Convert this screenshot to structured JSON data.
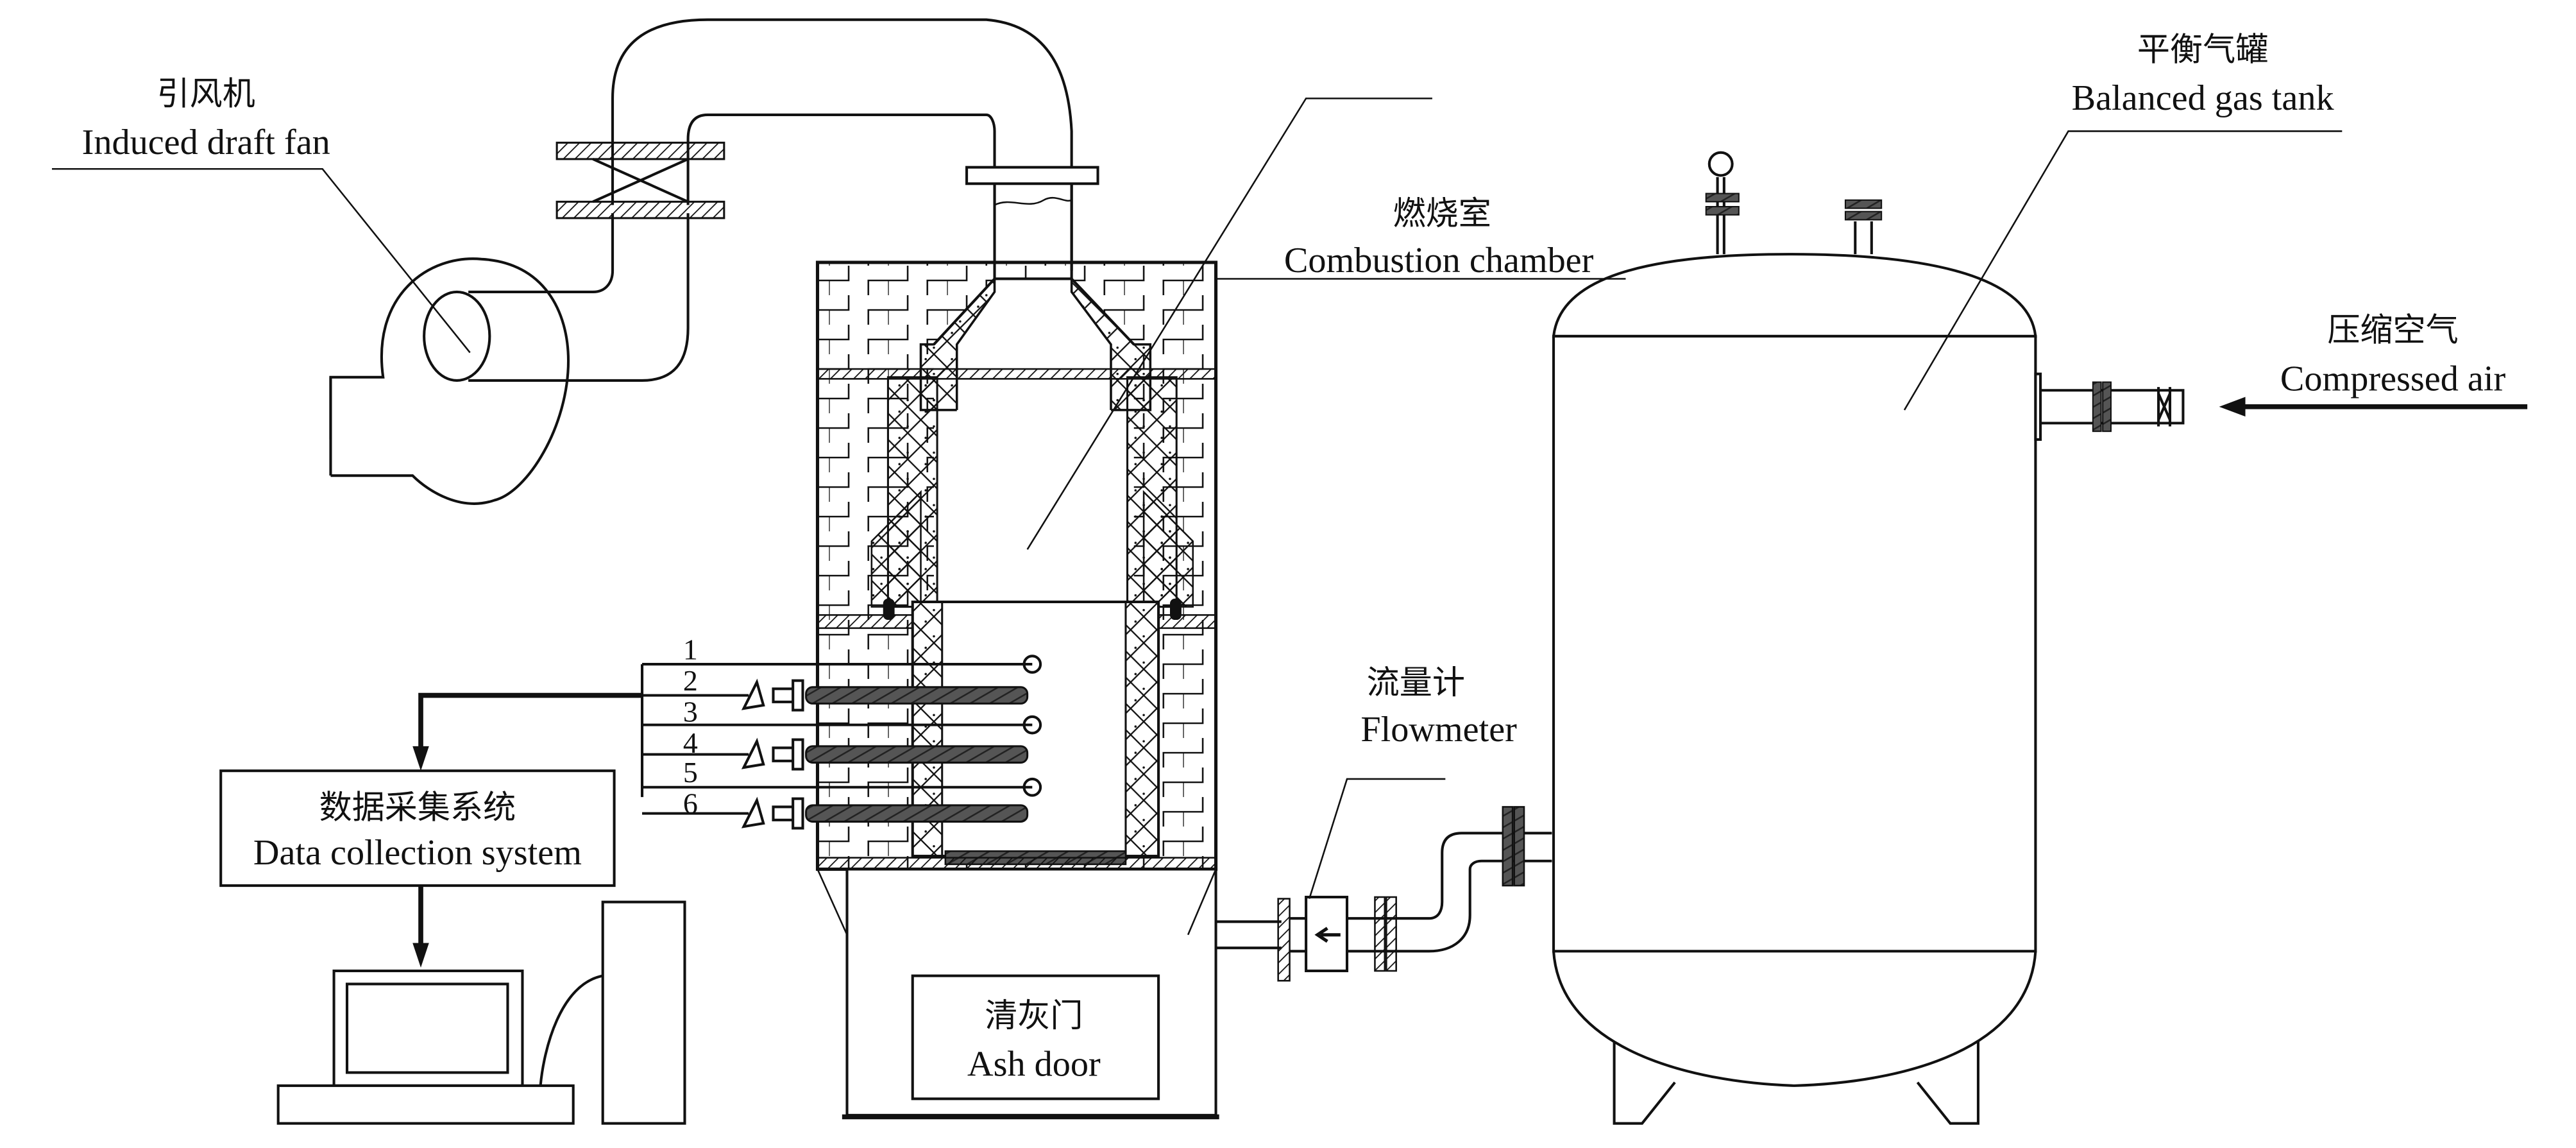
{
  "figure": {
    "title": "Combustion test apparatus schematic",
    "labels": {
      "fan": {
        "cn": "引风机",
        "en": "Induced draft fan"
      },
      "chamber": {
        "cn": "燃烧室",
        "en": "Combustion chamber"
      },
      "tank": {
        "cn": "平衡气罐",
        "en": "Balanced gas tank"
      },
      "air": {
        "cn": "压缩空气",
        "en": "Compressed air"
      },
      "flowmeter": {
        "cn": "流量计",
        "en": "Flowmeter"
      },
      "daq": {
        "cn": "数据采集系统",
        "en": "Data collection system"
      },
      "ash_door": {
        "cn": "清灰门",
        "en": "Ash door"
      }
    },
    "thermocouple_numbers": [
      "1",
      "2",
      "3",
      "4",
      "5",
      "6"
    ],
    "colors": {
      "line": "#111111",
      "background": "#ffffff"
    }
  }
}
